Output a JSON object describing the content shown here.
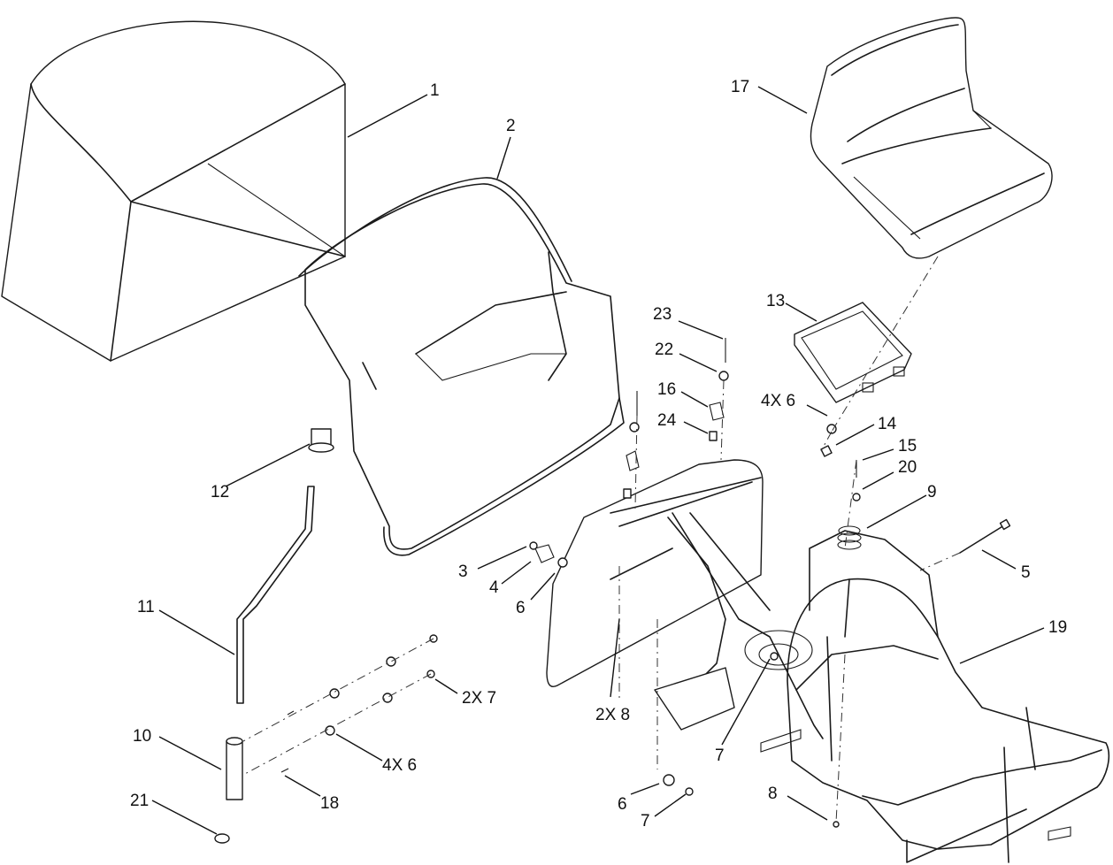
{
  "callouts": [
    {
      "id": "c1",
      "text": "1"
    },
    {
      "id": "c2",
      "text": "2"
    },
    {
      "id": "c3",
      "text": "3"
    },
    {
      "id": "c4",
      "text": "4"
    },
    {
      "id": "c6a",
      "text": "6"
    },
    {
      "id": "c5",
      "text": "5"
    },
    {
      "id": "c7a",
      "text": "7"
    },
    {
      "id": "c7b",
      "text": "2X 7"
    },
    {
      "id": "c8a",
      "text": "2X 8"
    },
    {
      "id": "c9",
      "text": "9"
    },
    {
      "id": "c10",
      "text": "10"
    },
    {
      "id": "c11",
      "text": "11"
    },
    {
      "id": "c12",
      "text": "12"
    },
    {
      "id": "c13",
      "text": "13"
    },
    {
      "id": "c14",
      "text": "14"
    },
    {
      "id": "c15",
      "text": "15"
    },
    {
      "id": "c16",
      "text": "16"
    },
    {
      "id": "c17",
      "text": "17"
    },
    {
      "id": "c18",
      "text": "18"
    },
    {
      "id": "c19",
      "text": "19"
    },
    {
      "id": "c20",
      "text": "20"
    },
    {
      "id": "c21",
      "text": "21"
    },
    {
      "id": "c22",
      "text": "22"
    },
    {
      "id": "c23",
      "text": "23"
    },
    {
      "id": "c24",
      "text": "24"
    },
    {
      "id": "c6b",
      "text": "4X 6"
    },
    {
      "id": "c6c",
      "text": "4X 6"
    },
    {
      "id": "c6d",
      "text": "6"
    },
    {
      "id": "c7c",
      "text": "7"
    },
    {
      "id": "c8b",
      "text": "8"
    }
  ]
}
